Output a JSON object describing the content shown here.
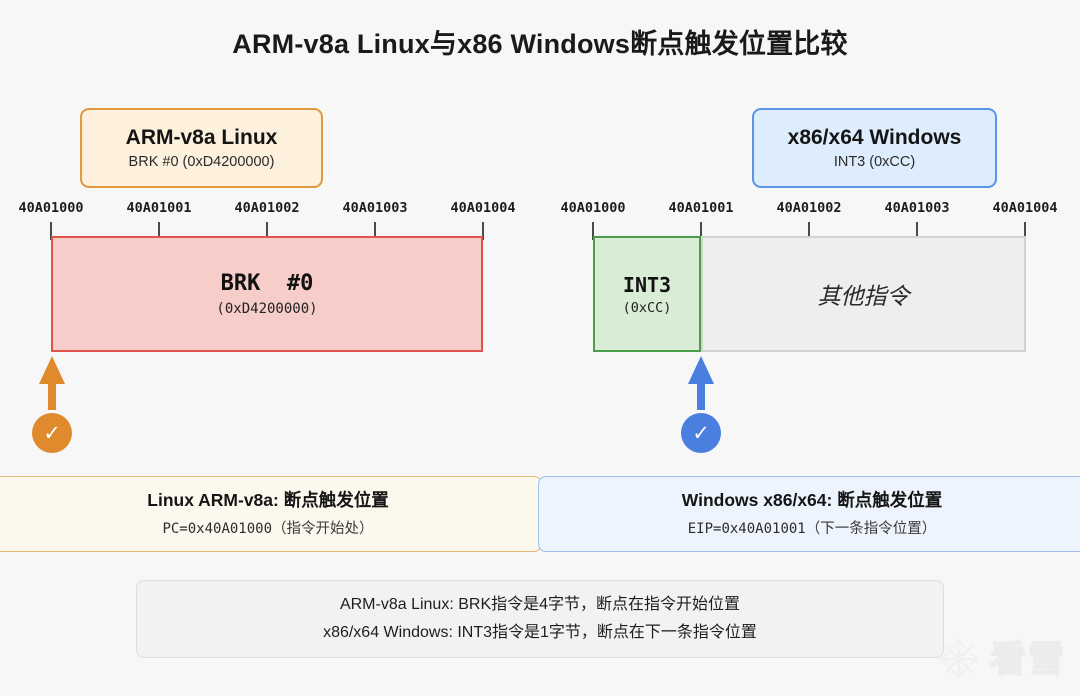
{
  "page": {
    "title": "ARM-v8a Linux与x86 Windows断点触发位置比较",
    "background_color": "#f7f7f7"
  },
  "platforms": [
    {
      "id": "arm",
      "name": "ARM-v8a Linux",
      "instruction": "BRK #0 (0xD4200000)",
      "accent_color": "#e09a3e",
      "fill_color": "#fdf0dd"
    },
    {
      "id": "x86",
      "name": "x86/x64 Windows",
      "instruction": "INT3 (0xCC)",
      "accent_color": "#5a95e8",
      "fill_color": "#ddedfd"
    }
  ],
  "rulers": {
    "left": {
      "addresses": [
        "40A01000",
        "40A01001",
        "40A01002",
        "40A01003",
        "40A01004"
      ],
      "tick_x": [
        51,
        159,
        267,
        375,
        483
      ]
    },
    "right": {
      "addresses": [
        "40A01000",
        "40A01001",
        "40A01002",
        "40A01003",
        "40A01004"
      ],
      "tick_x": [
        593,
        701,
        809,
        917,
        1025
      ]
    }
  },
  "memory_blocks": {
    "brk": {
      "opcode": "BRK  #0",
      "encoding": "(0xD4200000)",
      "size_bytes": 4,
      "span_addresses": [
        "40A01000",
        "40A01004"
      ],
      "fill_color": "#f6cdc8",
      "border_color": "#e0534a"
    },
    "int3": {
      "opcode": "INT3",
      "encoding": "(0xCC)",
      "size_bytes": 1,
      "span_addresses": [
        "40A01000",
        "40A01001"
      ],
      "fill_color": "#d9ecd6",
      "border_color": "#4a9e48"
    },
    "other": {
      "label": "其他指令",
      "span_addresses": [
        "40A01001",
        "40A01004"
      ],
      "fill_color": "#eeeeee",
      "border_color": "#d2d2d2"
    }
  },
  "markers": {
    "arm": {
      "glyph": "✓",
      "color": "#e08a2e",
      "arrow_color": "#e08a2e"
    },
    "x86": {
      "glyph": "✓",
      "color": "#4a7fe0",
      "arrow_color": "#4a7fe0"
    }
  },
  "results": {
    "linux": {
      "title": "Linux ARM-v8a: 断点触发位置",
      "register": "PC=0x40A01000",
      "note": "（指令开始处）",
      "fill_color": "#fdf8ee",
      "border_color": "#e2b978"
    },
    "windows": {
      "title": "Windows x86/x64: 断点触发位置",
      "register": "EIP=0x40A01001",
      "note": "（下一条指令位置）",
      "fill_color": "#eef4fd",
      "border_color": "#9dbfe8"
    }
  },
  "summary": {
    "line1": "ARM-v8a Linux: BRK指令是4字节，断点在指令开始位置",
    "line2": "x86/x64 Windows: INT3指令是1字节，断点在下一条指令位置"
  },
  "watermark": {
    "text": "看雪",
    "icon": "snowflake-icon"
  }
}
